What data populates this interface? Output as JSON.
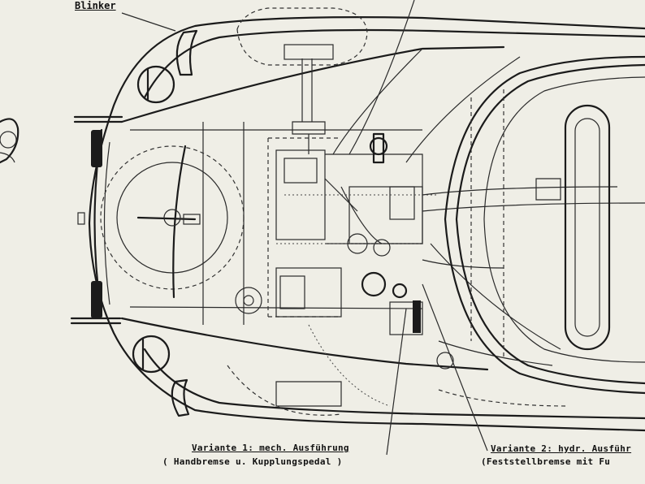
{
  "labels": {
    "blinker": "Blinker",
    "variant1_title": "Variante 1: mech. Ausführung",
    "variant1_sub": "( Handbremse u. Kupplungspedal )",
    "variant2_title": "Variante 2: hydr. Ausführ",
    "variant2_sub": "(Feststellbremse mit Fu"
  },
  "colors": {
    "paper": "#efeee6",
    "ink": "#1b1b1b"
  }
}
